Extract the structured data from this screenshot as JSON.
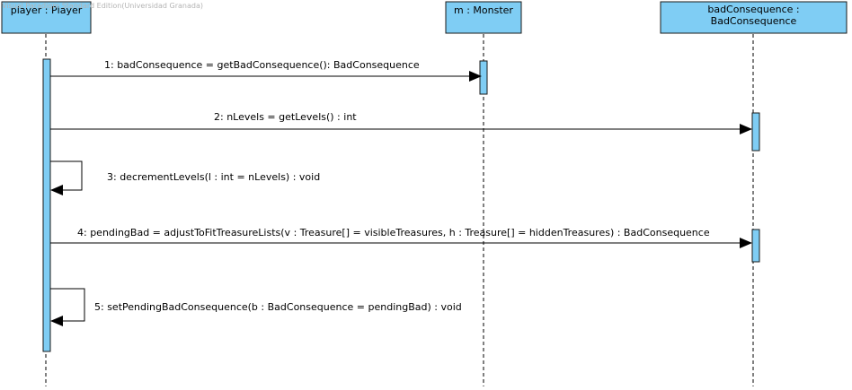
{
  "watermark": "Visual Paradigm Standard Edition(Universidad Granada)",
  "colors": {
    "box_fill": "#7fcdf4",
    "box_stroke": "#1a1a1a",
    "line": "#000000",
    "background": "#ffffff"
  },
  "lifelines": [
    {
      "id": "player",
      "label_lines": [
        "player : Player"
      ]
    },
    {
      "id": "monster",
      "label_lines": [
        "m : Monster"
      ]
    },
    {
      "id": "badcons",
      "label_lines": [
        "badConsequence :",
        "BadConsequence"
      ]
    }
  ],
  "messages": [
    {
      "id": "m1",
      "from": "player",
      "to": "monster",
      "label": "1: badConsequence = getBadConsequence(): BadConsequence"
    },
    {
      "id": "m2",
      "from": "player",
      "to": "badcons",
      "label": "2: nLevels = getLevels() : int"
    },
    {
      "id": "m3",
      "from": "player",
      "to": "player",
      "label": "3: decrementLevels(l : int = nLevels) : void"
    },
    {
      "id": "m4",
      "from": "player",
      "to": "badcons",
      "label": "4: pendingBad = adjustToFitTreasureLists(v : Treasure[] = visibleTreasures, h : Treasure[] = hiddenTreasures) : BadConsequence"
    },
    {
      "id": "m5",
      "from": "player",
      "to": "player",
      "label": "5: setPendingBadConsequence(b : BadConsequence = pendingBad) : void"
    }
  ]
}
